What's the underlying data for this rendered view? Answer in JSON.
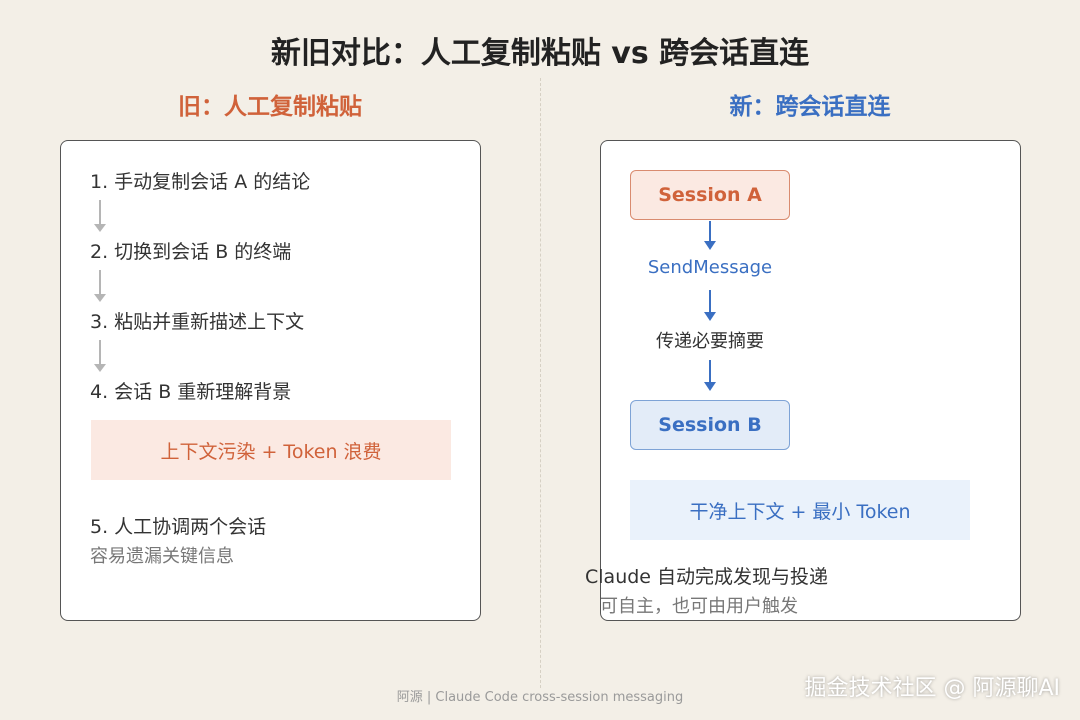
{
  "title": "新旧对比：人工复制粘贴 vs 跨会话直连",
  "colors": {
    "background": "#f3efe7",
    "old_accent": "#d0623a",
    "new_accent": "#3a6fc2",
    "old_callout_bg": "#fbe9e2",
    "new_callout_bg": "#eaf2fb"
  },
  "old": {
    "heading": "旧：人工复制粘贴",
    "steps": [
      "1. 手动复制会话 A 的结论",
      "2. 切换到会话 B 的终端",
      "3. 粘贴并重新描述上下文",
      "4. 会话 B 重新理解背景"
    ],
    "callout": "上下文污染 + Token 浪费",
    "step5": "5. 人工协调两个会话",
    "step5_note": "容易遗漏关键信息"
  },
  "new": {
    "heading": "新：跨会话直连",
    "session_a": "Session A",
    "send_label": "SendMessage",
    "pass_label": "传递必要摘要",
    "session_b": "Session B",
    "callout": "干净上下文 + 最小 Token",
    "note_line1": "Claude 自动完成发现与投递",
    "note_line2": "可自主，也可由用户触发"
  },
  "footer": "阿源 | Claude Code cross-session messaging",
  "watermark": "掘金技术社区 @ 阿源聊AI"
}
